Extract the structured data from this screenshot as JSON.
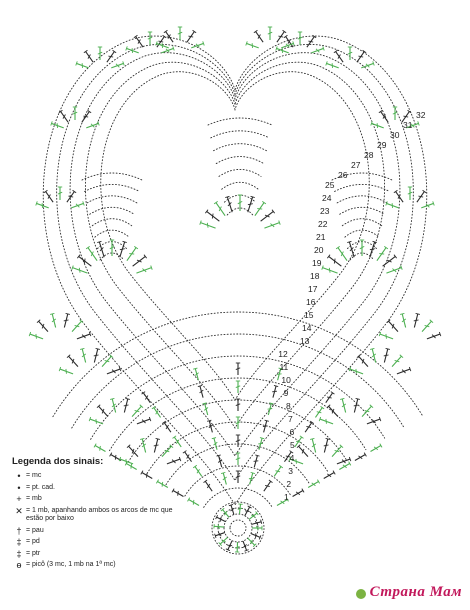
{
  "legend": {
    "title": "Legenda dos sinais:",
    "items": [
      {
        "symbol": "•",
        "text": "= mc"
      },
      {
        "symbol": "•",
        "text": "= pt. cad."
      },
      {
        "symbol": "+",
        "text": "= mb"
      },
      {
        "symbol": "✕",
        "text": "= 1 mb, apanhando ambos os arcos de mc que estão por baixo"
      },
      {
        "symbol": "†",
        "text": "= pau"
      },
      {
        "symbol": "‡",
        "text": "= pd"
      },
      {
        "symbol": "‡",
        "text": "= ptr"
      },
      {
        "symbol": "ɵ",
        "text": "= picô (3 mc, 1 mb na 1ª mc)"
      }
    ]
  },
  "row_numbers": [
    "1",
    "2",
    "3",
    "4",
    "5",
    "6",
    "7",
    "8",
    "9",
    "10",
    "11",
    "12",
    "13",
    "14",
    "15",
    "16",
    "17",
    "18",
    "19",
    "20",
    "21",
    "22",
    "23",
    "24",
    "25",
    "26",
    "27",
    "28",
    "29",
    "30",
    "31",
    "32"
  ],
  "watermark": {
    "text": "Страна Мам"
  },
  "colors": {
    "ink": "#2b2b2b",
    "green": "#4caf50",
    "watermark": "#c2185b"
  }
}
